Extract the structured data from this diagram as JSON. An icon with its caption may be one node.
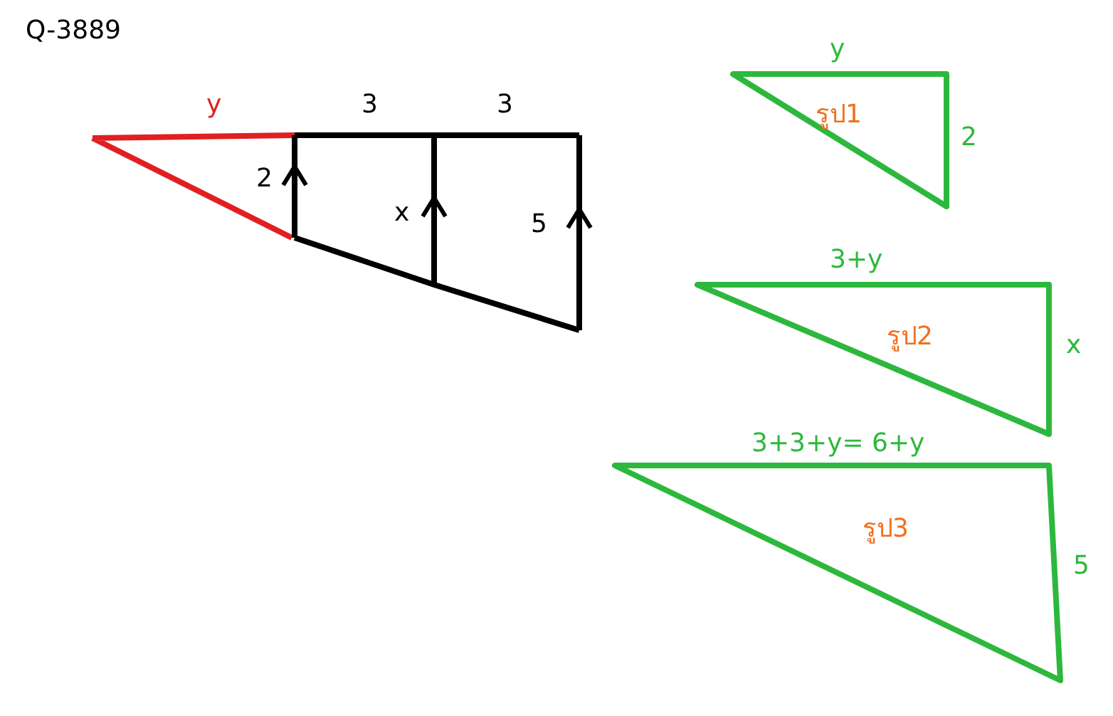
{
  "diagram": {
    "title": "Q-3889",
    "nodes": [
      {
        "text": [
          "รูป1"
        ],
        "beside": [
          "y",
          "2"
        ]
      },
      {
        "text": [
          "รูป2"
        ],
        "beside": [
          "3+y",
          "x"
        ]
      },
      {
        "text": [
          "รูป3"
        ],
        "beside": [
          "3+3+y= 6+y",
          "5"
        ]
      }
    ],
    "edges": [],
    "labels": [
      "y",
      "3",
      "3",
      "2",
      "x",
      "5"
    ]
  }
}
